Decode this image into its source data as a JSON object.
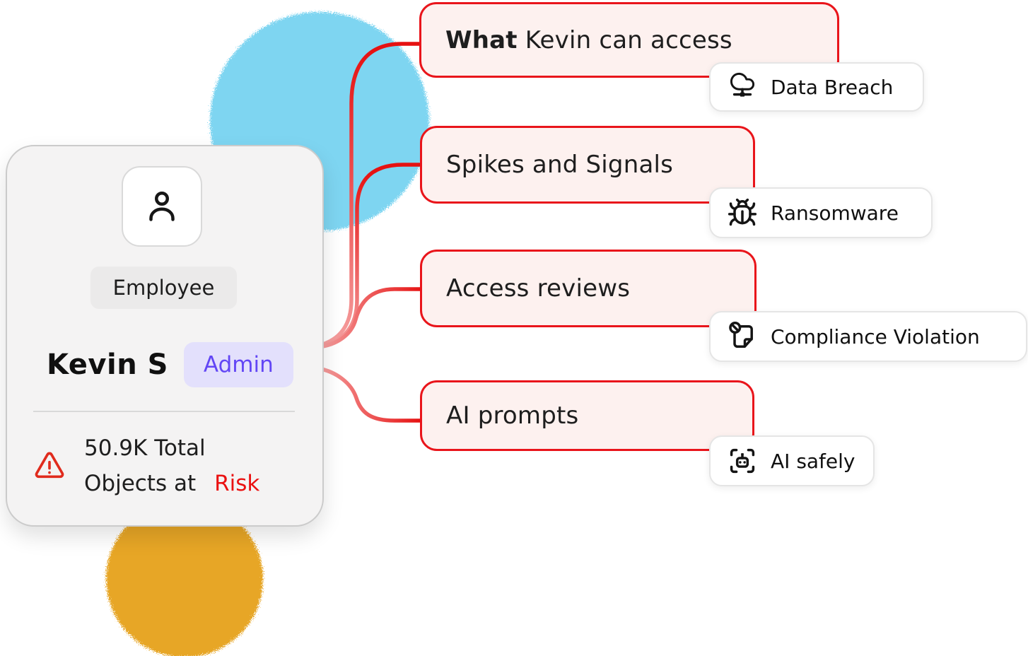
{
  "illustration": {
    "person_card": {
      "avatar_icon": "person-icon",
      "role": "Employee",
      "name": "Kevin S",
      "badge": "Admin",
      "alert_icon": "warning-triangle-icon",
      "alert_line1": "50.9K Total",
      "alert_line2": "Objects at",
      "alert_highlight": "Risk"
    },
    "branches": [
      {
        "emphasis": "What",
        "text": "Kevin can access"
      },
      {
        "emphasis": "",
        "text": "Spikes and Signals"
      },
      {
        "emphasis": "",
        "text": "Access reviews"
      },
      {
        "emphasis": "",
        "text": "AI prompts"
      }
    ],
    "threat_tags": [
      {
        "icon": "cloud-network-icon",
        "label": "Data Breach"
      },
      {
        "icon": "bug-icon",
        "label": "Ransomware"
      },
      {
        "icon": "document-blocked-icon",
        "label": "Compliance Violation"
      },
      {
        "icon": "robot-scan-icon",
        "label": "AI safely"
      }
    ],
    "colors": {
      "node_border_red": "#e9151b",
      "node_fill_pink": "#fdf1ef",
      "connector_start_pink": "#f5a3a3",
      "connector_end_red": "#e61111",
      "risk_text_red": "#ea1111",
      "warning_icon_red": "#e02b1d",
      "admin_badge_bg": "#e3e0fc",
      "admin_badge_text": "#6246f5",
      "blob_blue": "#7ed5f1",
      "blob_yellow": "#e7a625",
      "card_bg": "#f4f3f3"
    }
  }
}
